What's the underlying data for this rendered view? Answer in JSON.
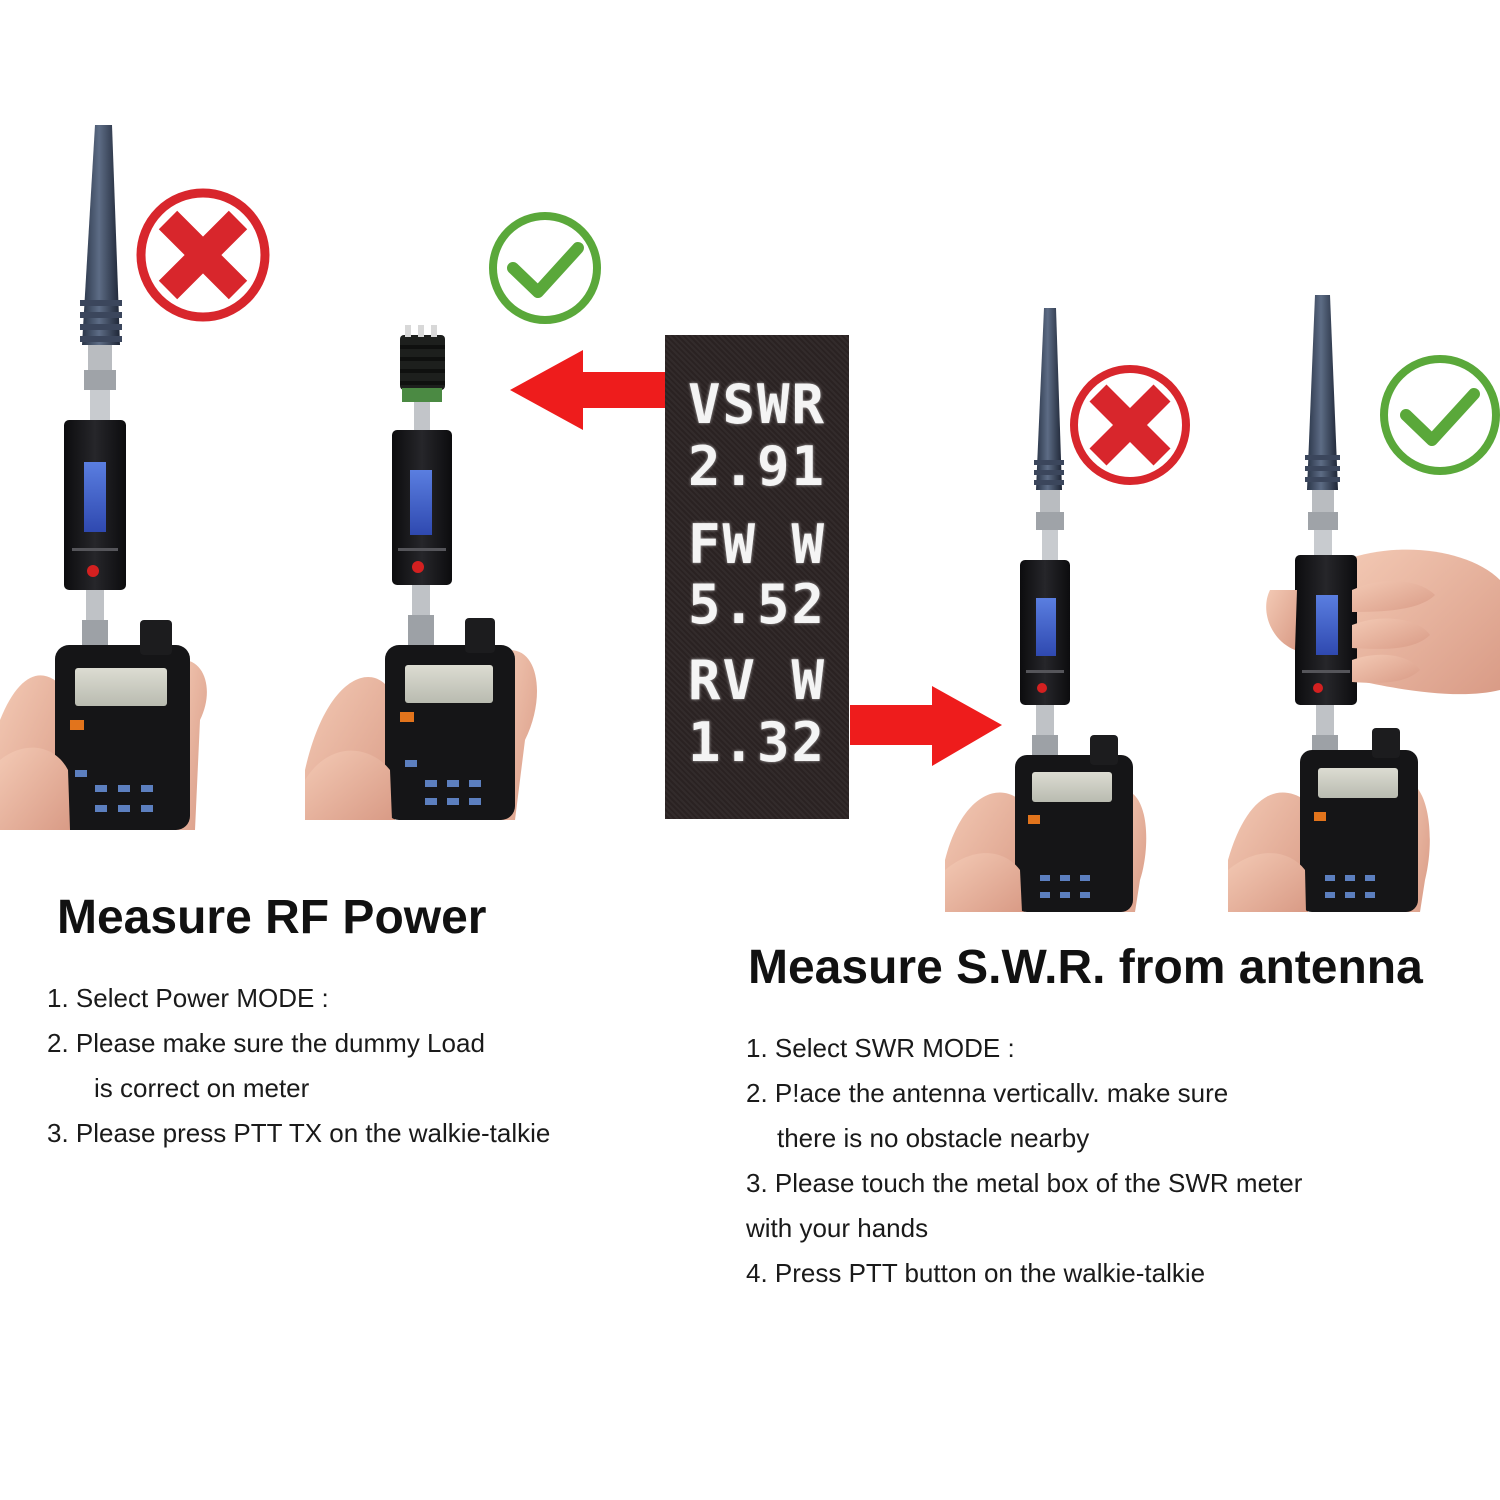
{
  "display": {
    "line1": "VSWR",
    "line2": "2.91",
    "line3": "FW W",
    "line4": "5.52",
    "line5": "RV W",
    "line6": "1.32"
  },
  "rf_section": {
    "heading": "Measure RF Power",
    "steps": [
      "1. Select Power MODE :",
      "2. Please make sure the dummy Load",
      "is correct on meter",
      "3. Please press PTT TX on the walkie-talkie"
    ]
  },
  "swr_section": {
    "heading": "Measure S.W.R. from antenna",
    "steps": [
      "1. Select SWR MODE :",
      "2. P!ace the antenna verticallv. make sure",
      "there is no obstacle nearby",
      "3. Please touch the metal box of the SWR meter",
      "with your hands",
      "4. Press PTT button on the walkie-talkie"
    ]
  },
  "colors": {
    "wrong_red": "#d8262c",
    "right_green": "#5aa83a",
    "arrow_red": "#ee1c1c"
  },
  "icons": [
    "cross-icon",
    "check-icon",
    "arrow-left-icon",
    "arrow-right-icon"
  ]
}
